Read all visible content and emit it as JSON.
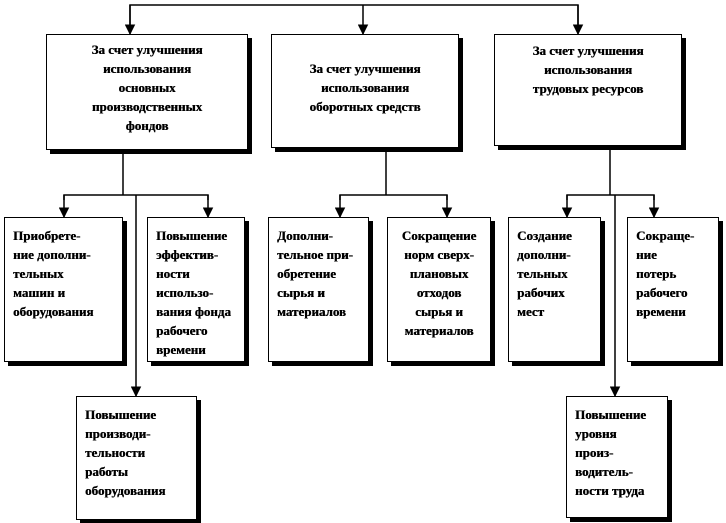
{
  "categories": [
    {
      "label": "За счет улучшения\nиспользования\nосновных\nпроизводственных\nфондов"
    },
    {
      "label": "За счет улучшения\nиспользования\nоборотных средств"
    },
    {
      "label": "За счет улучшения\nиспользования\nтрудовых ресурсов"
    }
  ],
  "measures": [
    {
      "label": "Приобрете-\nние дополни-\nтельных\nмашин и\nоборудования"
    },
    {
      "label": "Повышение\nэффектив-\nности\nиспользо-\nвания фонда\nрабочего\nвремени"
    },
    {
      "label": "Повышение\nпроизводи-\nтельности\nработы\nоборудования"
    },
    {
      "label": "Дополни-\nтельное при-\nобретение\nсырья и\nматериалов"
    },
    {
      "label": "Сокращение\nнорм сверх-\nплановых\nотходов\nсырья и\nматериалов"
    },
    {
      "label": "Создание\nдополни-\nтельных\nрабочих\nмест"
    },
    {
      "label": "Сокраще-\nние\nпотерь\nрабочего\nвремени"
    },
    {
      "label": "Повышение\nуровня\nпроиз-\nводитель-\nности труда"
    }
  ]
}
